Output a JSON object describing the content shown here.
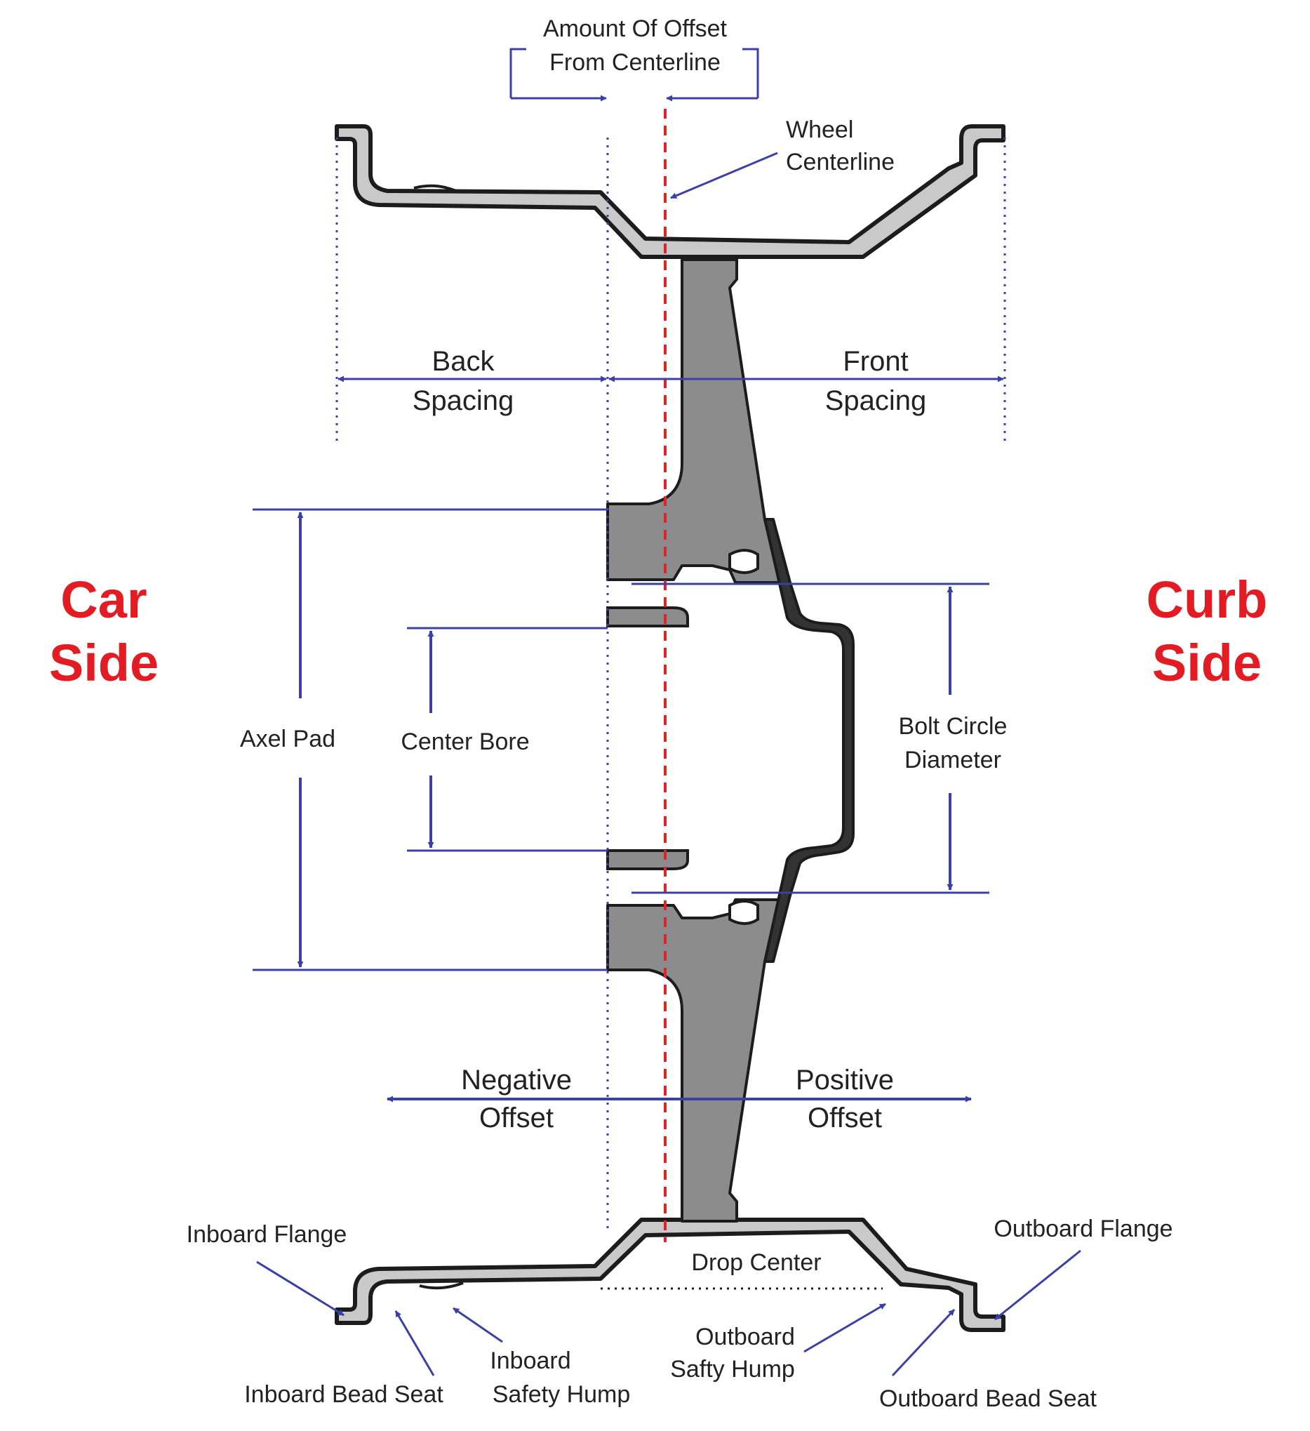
{
  "colors": {
    "background": "#ffffff",
    "dimension_blue": "#3a40a6",
    "centerline_red": "#e02424",
    "side_label_red": "#e31b23",
    "hub_gray": "#8c8c8c",
    "rim_fill": "#c9c9c9",
    "outline": "#1c1c1c",
    "text": "#222222"
  },
  "labels": {
    "offset_line1": "Amount Of Offset",
    "offset_line2": "From Centerline",
    "wheel_centerline_line1": "Wheel",
    "wheel_centerline_line2": "Centerline",
    "back_spacing_line1": "Back",
    "back_spacing_line2": "Spacing",
    "front_spacing_line1": "Front",
    "front_spacing_line2": "Spacing",
    "car_side_line1": "Car",
    "car_side_line2": "Side",
    "curb_side_line1": "Curb",
    "curb_side_line2": "Side",
    "axel_pad": "Axel Pad",
    "center_bore": "Center Bore",
    "bolt_circle_line1": "Bolt Circle",
    "bolt_circle_line2": "Diameter",
    "negative_offset_line1": "Negative",
    "negative_offset_line2": "Offset",
    "positive_offset_line1": "Positive",
    "positive_offset_line2": "Offset",
    "inboard_flange": "Inboard Flange",
    "outboard_flange": "Outboard Flange",
    "drop_center": "Drop Center",
    "inboard_bead_seat": "Inboard Bead Seat",
    "inboard_safety_hump_line1": "Inboard",
    "inboard_safety_hump_line2": "Safety Hump",
    "outboard_safty_hump_line1": "Outboard",
    "outboard_safty_hump_line2": "Safty Hump",
    "outboard_bead_seat": "Outboard Bead Seat"
  }
}
